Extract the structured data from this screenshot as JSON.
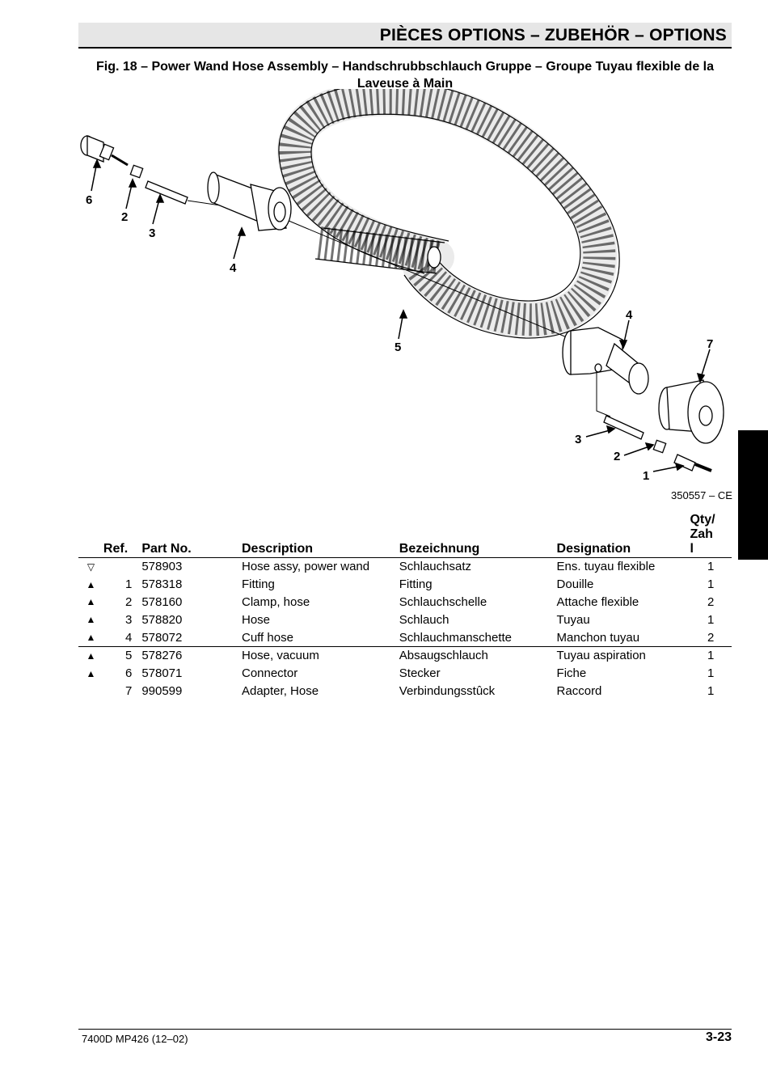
{
  "header": {
    "title": "PIÈCES OPTIONS – ZUBEHÖR – OPTIONS"
  },
  "figure": {
    "title_line1": "Fig. 18 – Power Wand Hose Assembly – Handschrubbschlauch Gruppe – Groupe Tuyau flexible de la",
    "title_line2": "Laveuse à Main",
    "code": "350557 – CE",
    "callouts": [
      "6",
      "2",
      "3",
      "4",
      "5",
      "4",
      "7",
      "3",
      "2",
      "1"
    ]
  },
  "table": {
    "headers": {
      "ref": "Ref.",
      "part_no": "Part No.",
      "description": "Description",
      "bezeichnung": "Bezeichnung",
      "designation": "Designation",
      "qty_line1": "Qty/",
      "qty_line2": "Zah",
      "qty_line3": "l"
    },
    "rows": [
      {
        "mark": "▽",
        "ref": "",
        "part": "578903",
        "desc": "Hose assy, power wand",
        "bez": "Schlauchsatz",
        "des": "Ens. tuyau flexible",
        "qty": "1"
      },
      {
        "mark": "▲",
        "ref": "1",
        "part": "578318",
        "desc": "Fitting",
        "bez": "Fitting",
        "des": "Douille",
        "qty": "1"
      },
      {
        "mark": "▲",
        "ref": "2",
        "part": "578160",
        "desc": "Clamp, hose",
        "bez": "Schlauchschelle",
        "des": "Attache flexible",
        "qty": "2"
      },
      {
        "mark": "▲",
        "ref": "3",
        "part": "578820",
        "desc": "Hose",
        "bez": "Schlauch",
        "des": "Tuyau",
        "qty": "1"
      },
      {
        "mark": "▲",
        "ref": "4",
        "part": "578072",
        "desc": "Cuff hose",
        "bez": "Schlauchmanschette",
        "des": "Manchon tuyau",
        "qty": "2"
      },
      {
        "mark": "▲",
        "ref": "5",
        "part": "578276",
        "desc": "Hose, vacuum",
        "bez": "Absaugschlauch",
        "des": "Tuyau aspiration",
        "qty": "1"
      },
      {
        "mark": "▲",
        "ref": "6",
        "part": "578071",
        "desc": "Connector",
        "bez": "Stecker",
        "des": "Fiche",
        "qty": "1"
      },
      {
        "mark": "",
        "ref": "7",
        "part": "990599",
        "desc": "Adapter, Hose",
        "bez": "Verbindungsstûck",
        "des": "Raccord",
        "qty": "1"
      }
    ]
  },
  "footer": {
    "left": "7400D MP426 (12–02)",
    "right": "3-23"
  }
}
